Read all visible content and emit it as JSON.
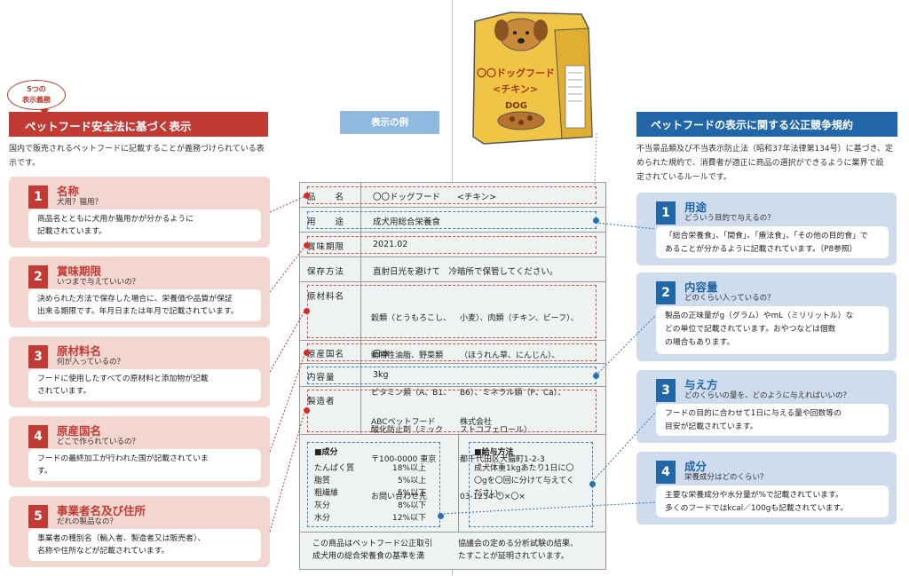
{
  "badge": {
    "line1": "5つの",
    "line2": "表示義務"
  },
  "left": {
    "title": "ペットフード安全法に基づく表示",
    "desc_line1": "国内で販売されるペットフードに記載することが義務づけられている表",
    "desc_line2": "示です。",
    "cards": [
      {
        "num": "1",
        "head": "名称",
        "sub": "犬用？猫用？",
        "lines": [
          "商品名とともに犬用か猫用かが分かるように",
          "記載されています。"
        ]
      },
      {
        "num": "2",
        "head": "賞味期限",
        "sub": "いつまで与えていいの？",
        "lines": [
          "決められた方法で保存した場合に、栄養価や品質が保証",
          "出来る期限です。年月日または年月で記載されています。"
        ]
      },
      {
        "num": "3",
        "head": "原材料名",
        "sub": "何が入っているの？",
        "lines": [
          "フードに使用したすべての原材料と添加物が記載",
          "されています。"
        ]
      },
      {
        "num": "4",
        "head": "原産国名",
        "sub": "どこで作られているの？",
        "lines": [
          "フードの最終加工が行われた国が記載されていま",
          "す。"
        ]
      },
      {
        "num": "5",
        "head": "事業者名及び住所",
        "sub": "だれの製品なの？",
        "lines": [
          "事業者の種別名（輸入者、製造者又は販売者）、",
          "名称や住所などが記載されています。"
        ]
      }
    ]
  },
  "center": {
    "label": "表示の例"
  },
  "package": {
    "title1": "〇〇ドッグフード",
    "title2": "<チキン>",
    "dog": "DOG"
  },
  "sample": {
    "name_key": "品　　名",
    "name_val": "〇〇ドッグフード　　<チキン>",
    "use_key": "用　　途",
    "use_val": "成犬用総合栄養食",
    "best_key": "賞味期限",
    "best_val": "2021.02",
    "store_key": "保存方法",
    "store_val": "直射日光を避けて　冷暗所で保管してください。",
    "mat_key": "原材料名",
    "mat_col1": [
      "穀類（とうもろこし、",
      "動物性油脂、野菜類",
      "ビタミン類（A、B1、",
      "酸化防止剤（ミック"
    ],
    "mat_col2": [
      "小麦）、肉類（チキン、ビーフ）、",
      "（ほうれん草、にんじん）、",
      "B6）、ミネラル類（P、Ca）、",
      "ストコフェロール）"
    ],
    "origin_key": "原産国名",
    "origin_val": "日本",
    "qty_key": "内容量",
    "qty_val": "3kg",
    "maker_key": "製造者",
    "maker_col1": [
      "ABCペットフード",
      "〒100-0000 東京",
      "お問い合わせ先"
    ],
    "maker_col2": [
      "株式会社",
      "都千代田区犬猫町1-2-3",
      "03-1234-〇×〇×"
    ],
    "nut_title": "■成分",
    "nutrients": [
      {
        "name": "たんぱく質",
        "val": "18%以上"
      },
      {
        "name": "脂質",
        "val": "5%以上"
      },
      {
        "name": "粗繊維",
        "val": "5%以下"
      },
      {
        "name": "灰分",
        "val": "8%以下"
      },
      {
        "name": "水分",
        "val": "12%以下"
      }
    ],
    "feed_title": "■給与方法",
    "feed_lines": [
      "成犬体重1kgあたり1日に〇",
      "〇gを〇回に分けて与えてく",
      "ださい。"
    ],
    "footer_col1": [
      "この商品はペットフード公正取引",
      "成犬用の総合栄養食の基準を満"
    ],
    "footer_col2": [
      "協議会の定める分析試験の結果、",
      "たすことが証明されています。"
    ]
  },
  "right": {
    "title": "ペットフードの表示に関する公正競争規約",
    "desc_lines": [
      "不当景品類及び不当表示防止法（昭和37年法律第134号）に基づき、定",
      "められた規約で、消費者が適正に商品の選択ができるように業界で設",
      "定されているルールです。"
    ],
    "cards": [
      {
        "num": "1",
        "head": "用途",
        "sub": "どういう目的で与えるの？",
        "lines": [
          "「総合栄養食」、「間食」、「療法食」、「その他の目的食」で",
          "あることが分かるように記載されています。（P8参照）"
        ]
      },
      {
        "num": "2",
        "head": "内容量",
        "sub": "どのくらい入っているの？",
        "lines": [
          "製品の正味量がg（グラム）やmL（ミリリットル）な",
          "どの単位で記載されています。おやつなどは個数",
          "の場合もあります。"
        ]
      },
      {
        "num": "3",
        "head": "与え方",
        "sub": "どのくらいの量を、どのように与えればいいの？",
        "lines": [
          "フードの目的に合わせて1日に与える量や回数等の",
          "目安が記載されています。"
        ]
      },
      {
        "num": "4",
        "head": "成分",
        "sub": "栄養成分はどのくらい？",
        "lines": [
          "主要な栄養成分や水分量が%で記載されています。",
          "多くのフードではkcal／100gも記載されています。"
        ]
      }
    ]
  },
  "colors": {
    "red": "#c23a34",
    "blue": "#2166a6",
    "pink_card": "#f3d6cf",
    "blue_card": "#cfdcee",
    "label_bg": "#eef3f1"
  }
}
